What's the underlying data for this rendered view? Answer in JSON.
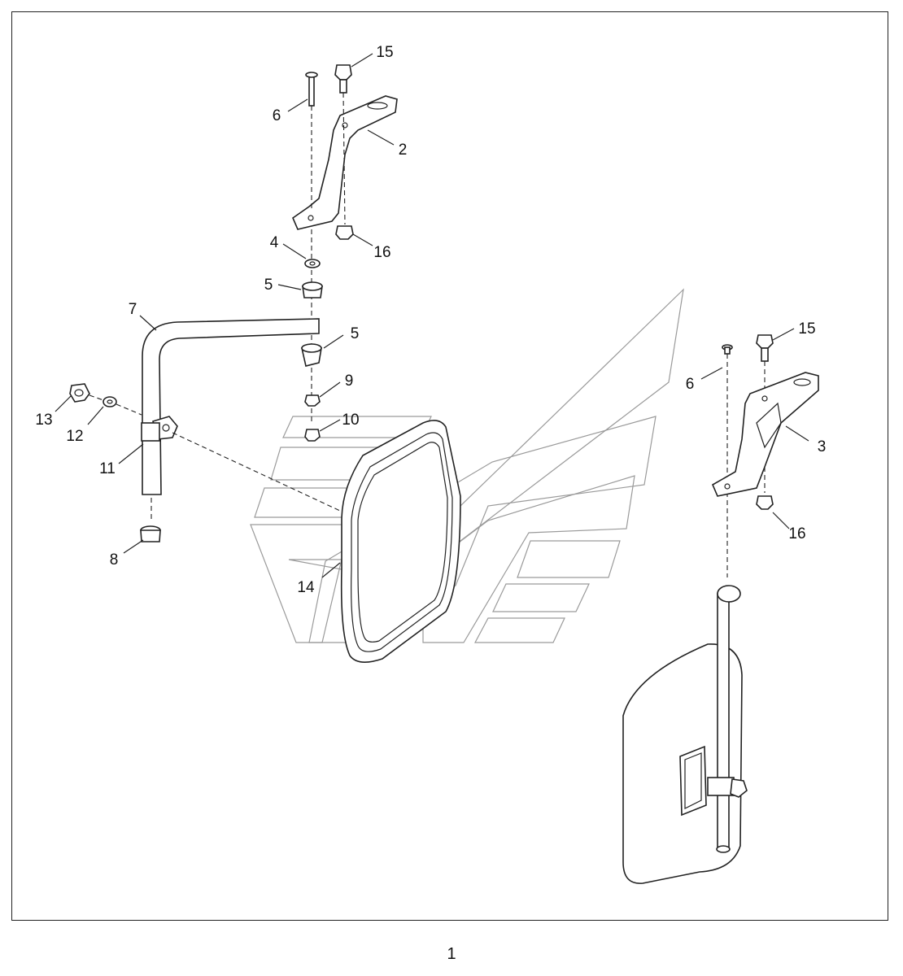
{
  "diagram": {
    "callouts": {
      "c1": "15",
      "c2": "6",
      "c3": "2",
      "c4": "4",
      "c5": "16",
      "c6": "5",
      "c7": "7",
      "c8": "5",
      "c9": "9",
      "c10": "10",
      "c11": "13",
      "c12": "12",
      "c13": "11",
      "c14": "8",
      "c15": "14",
      "c16": "15",
      "c17": "6",
      "c18": "3",
      "c19": "16"
    }
  },
  "footer": {
    "page_number": "1"
  }
}
